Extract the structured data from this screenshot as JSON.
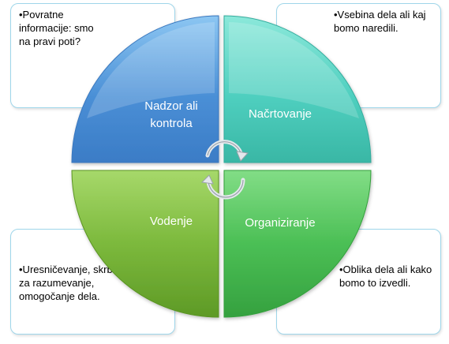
{
  "quadrants": {
    "top_left": {
      "label": "Nadzor ali kontrola",
      "color": "#4a8fd6"
    },
    "top_right": {
      "label": "Načrtovanje",
      "color": "#4fcfbf"
    },
    "bottom_left": {
      "label": "Vodenje",
      "color": "#7cb93c"
    },
    "bottom_right": {
      "label": "Organiziranje",
      "color": "#4bbf55"
    }
  },
  "notes": {
    "top_left": "•Povratne\ninformacije: smo\nna pravi poti?",
    "top_right": "•Vsebina dela ali kaj\nbomo naredili.",
    "bottom_left": "•Uresničevanje, skrb\nza razumevanje,\nomogočanje dela.",
    "bottom_right": "•Oblika dela ali kako\nbomo to izvedli."
  },
  "center_icon": "cycle-arrows-icon"
}
